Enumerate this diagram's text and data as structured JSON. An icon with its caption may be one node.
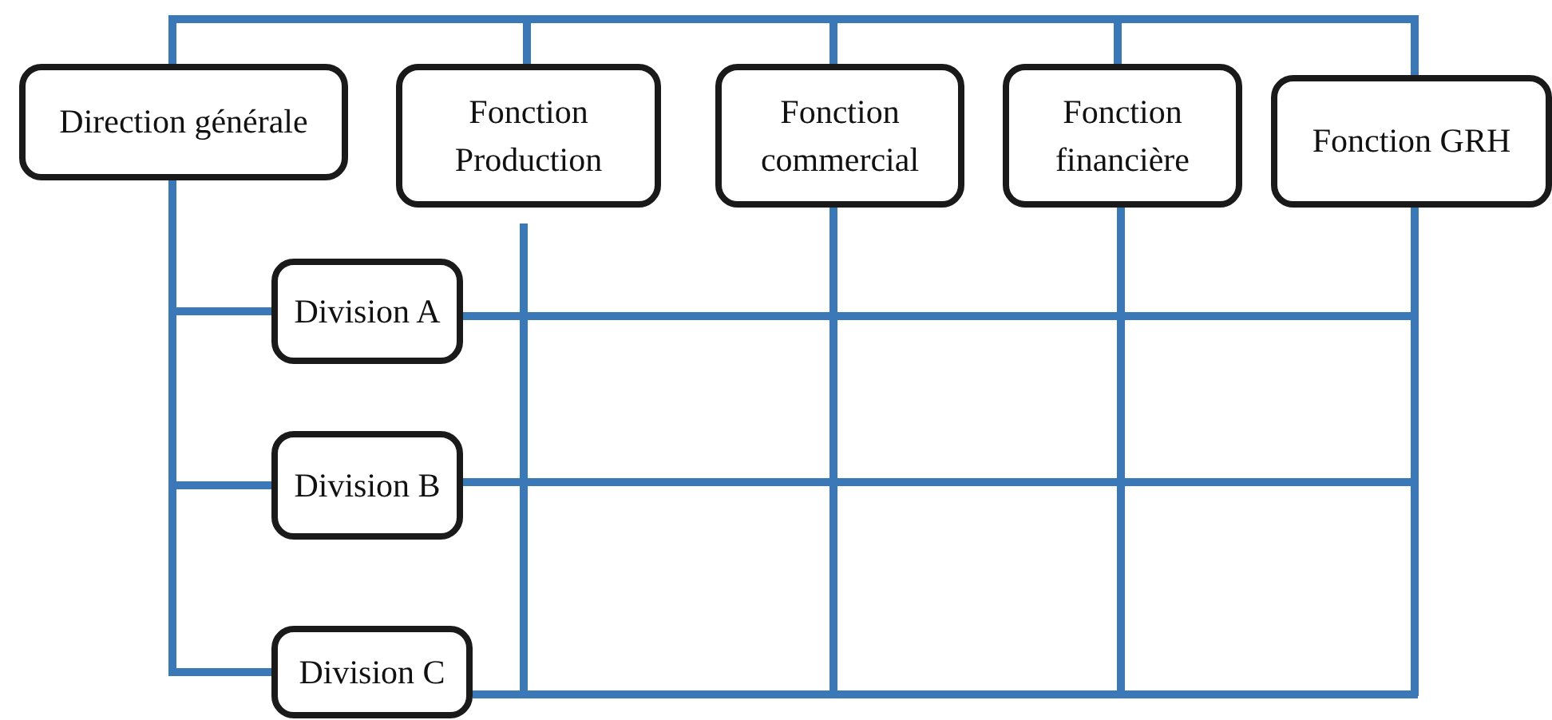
{
  "diagram": {
    "nodes": [
      {
        "text": [
          "Direction générale"
        ]
      },
      {
        "text": [
          "Fonction Production"
        ]
      },
      {
        "text": [
          "Fonction commercial"
        ]
      },
      {
        "text": [
          "Fonction financière"
        ]
      },
      {
        "text": [
          "Fonction GRH"
        ]
      },
      {
        "text": [
          "Division A"
        ]
      },
      {
        "text": [
          "Division B"
        ]
      },
      {
        "text": [
          "Division C"
        ]
      }
    ],
    "edges": [
      {
        "from": 0,
        "to": 1,
        "arrow": "none"
      },
      {
        "from": 0,
        "to": 2,
        "arrow": "none"
      },
      {
        "from": 0,
        "to": 3,
        "arrow": "none"
      },
      {
        "from": 0,
        "to": 4,
        "arrow": "none"
      },
      {
        "from": 0,
        "to": 5,
        "arrow": "none"
      },
      {
        "from": 0,
        "to": 6,
        "arrow": "none"
      },
      {
        "from": 0,
        "to": 7,
        "arrow": "none"
      }
    ]
  }
}
